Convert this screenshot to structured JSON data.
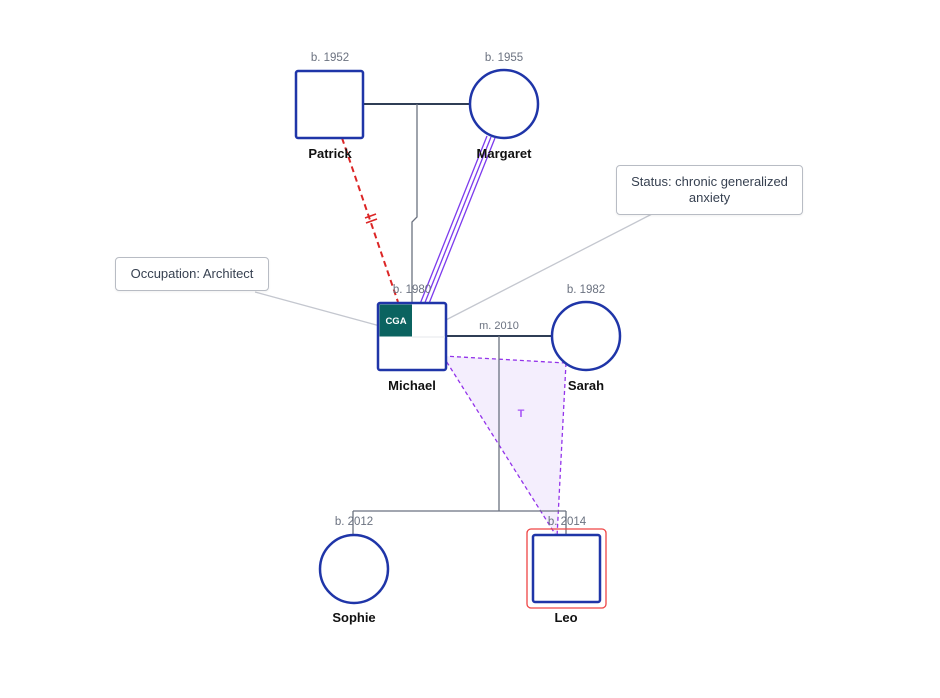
{
  "people": {
    "patrick": {
      "name": "Patrick",
      "birth": "b. 1952"
    },
    "margaret": {
      "name": "Margaret",
      "birth": "b. 1955"
    },
    "michael": {
      "name": "Michael",
      "birth": "b. 1980",
      "condition_badge": "CGA"
    },
    "sarah": {
      "name": "Sarah",
      "birth": "b. 1982"
    },
    "sophie": {
      "name": "Sophie",
      "birth": "b. 2012"
    },
    "leo": {
      "name": "Leo",
      "birth": "b. 2014"
    }
  },
  "relationships": {
    "michael_sarah_marriage": "m. 2010",
    "triangle_label": "T"
  },
  "notes": {
    "occupation": "Occupation: Architect",
    "status": "Status: chronic generalized anxiety"
  },
  "colors": {
    "symbol_stroke": "#1f35a8",
    "marriage_line": "#2f3d55",
    "child_line": "#6b7280",
    "cutoff_line": "#dc2626",
    "fused_line": "#7c3aed",
    "triangle": "#9333ea",
    "triangle_fill": "#f3ecfd",
    "badge_fill": "#0b6360",
    "identified_patient": "#ef4444",
    "note_leader": "#c4c7cf"
  }
}
